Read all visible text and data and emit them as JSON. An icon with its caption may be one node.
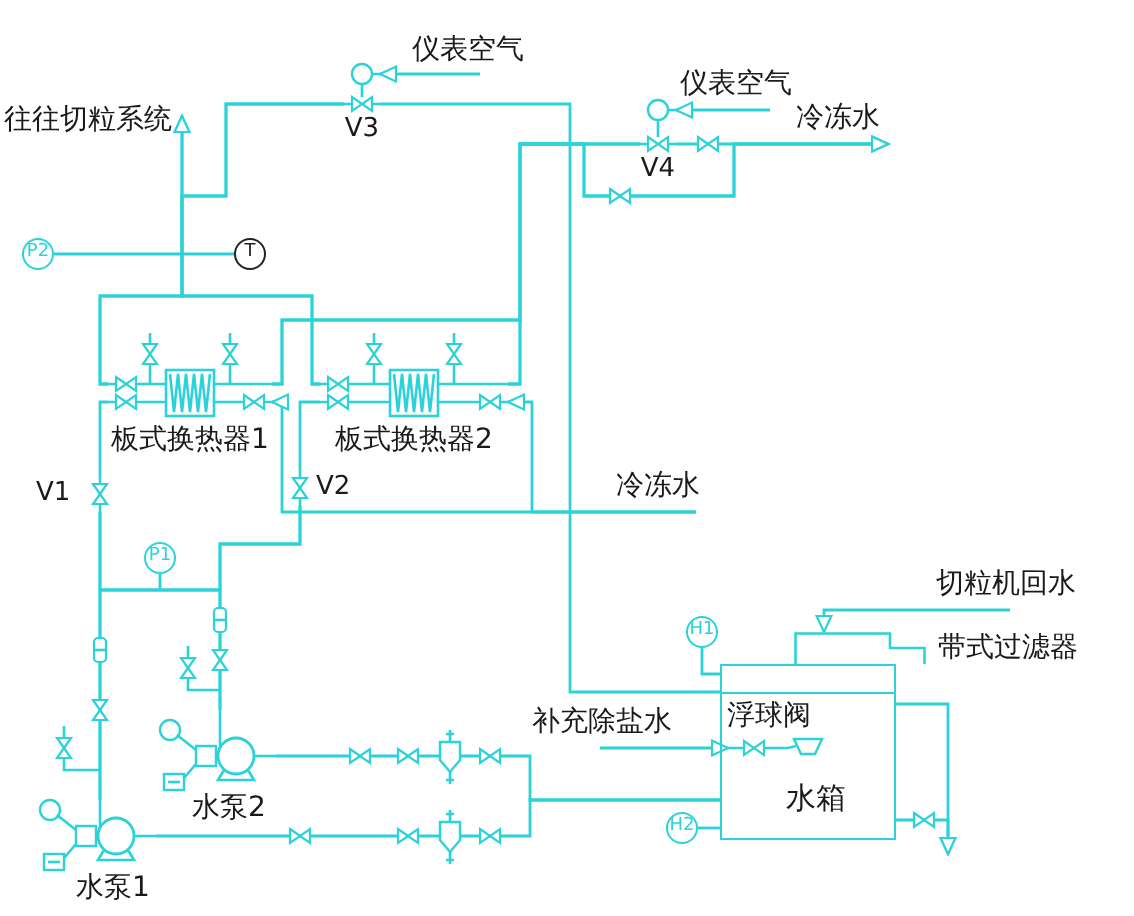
{
  "diagram": {
    "nodes": [
      {
        "text": [
          "往往切粒系统"
        ]
      },
      {
        "text": [
          "仪表空气"
        ]
      },
      {
        "text": [
          "V3"
        ]
      },
      {
        "text": [
          "仪表空气"
        ]
      },
      {
        "text": [
          "V4"
        ]
      },
      {
        "text": [
          "冷冻水"
        ]
      },
      {
        "text": [
          "P2"
        ]
      },
      {
        "text": [
          "T"
        ]
      },
      {
        "text": [
          "板式换热器1"
        ]
      },
      {
        "text": [
          "板式换热器2"
        ]
      },
      {
        "text": [
          "V1"
        ]
      },
      {
        "text": [
          "V2"
        ]
      },
      {
        "text": [
          "冷冻水"
        ]
      },
      {
        "text": [
          "P1"
        ]
      },
      {
        "text": [
          "H1"
        ]
      },
      {
        "text": [
          "切粒机回水"
        ]
      },
      {
        "text": [
          "带式过滤器"
        ]
      },
      {
        "text": [
          "水箱"
        ]
      },
      {
        "text": [
          "浮球阀"
        ],
        "in": 17
      },
      {
        "text": [
          "补充除盐水"
        ]
      },
      {
        "text": [
          "H2"
        ]
      },
      {
        "text": [
          "水泵2"
        ]
      },
      {
        "text": [
          "水泵1"
        ]
      }
    ],
    "edges": [
      {
        "from": 1,
        "to": 2,
        "arrow": "to"
      },
      {
        "from": 8,
        "to": 0,
        "arrow": "to"
      },
      {
        "from": 9,
        "to": 0,
        "arrow": "to"
      },
      {
        "from": 8,
        "to": 2,
        "arrow": "none"
      },
      {
        "from": 9,
        "to": 2,
        "arrow": "none"
      },
      {
        "from": 2,
        "to": 17,
        "arrow": "none"
      },
      {
        "from": 3,
        "to": 4,
        "arrow": "to"
      },
      {
        "from": 8,
        "to": 4,
        "arrow": "none"
      },
      {
        "from": 9,
        "to": 4,
        "arrow": "none"
      },
      {
        "from": 4,
        "to": 5,
        "arrow": "to"
      },
      {
        "from": 6,
        "to": 7,
        "arrow": "none"
      },
      {
        "from": 12,
        "to": 9,
        "arrow": "to"
      },
      {
        "from": 12,
        "to": 8,
        "arrow": "to"
      },
      {
        "from": 10,
        "to": 8,
        "arrow": "none"
      },
      {
        "from": 11,
        "to": 9,
        "arrow": "none"
      },
      {
        "from": 13,
        "to": null,
        "arrow": "none"
      },
      {
        "from": 22,
        "to": 10,
        "arrow": "none"
      },
      {
        "from": 22,
        "to": 11,
        "arrow": "none"
      },
      {
        "from": 21,
        "to": 11,
        "arrow": "none"
      },
      {
        "from": 21,
        "to": 10,
        "arrow": "none"
      },
      {
        "from": 15,
        "to": 16,
        "arrow": "to"
      },
      {
        "from": 19,
        "to": 18,
        "arrow": "to"
      },
      {
        "from": 14,
        "to": 17,
        "arrow": "none"
      },
      {
        "from": 20,
        "to": 17,
        "arrow": "none"
      },
      {
        "from": 17,
        "to": 21,
        "arrow": "none"
      },
      {
        "from": 17,
        "to": 22,
        "arrow": "none"
      },
      {
        "from": 17,
        "to": null,
        "arrow": "to"
      },
      {
        "from": 17,
        "to": null,
        "arrow": "to"
      },
      {
        "from": 8,
        "to": 5,
        "arrow": "to"
      },
      {
        "from": 9,
        "to": 5,
        "arrow": "to"
      }
    ]
  }
}
